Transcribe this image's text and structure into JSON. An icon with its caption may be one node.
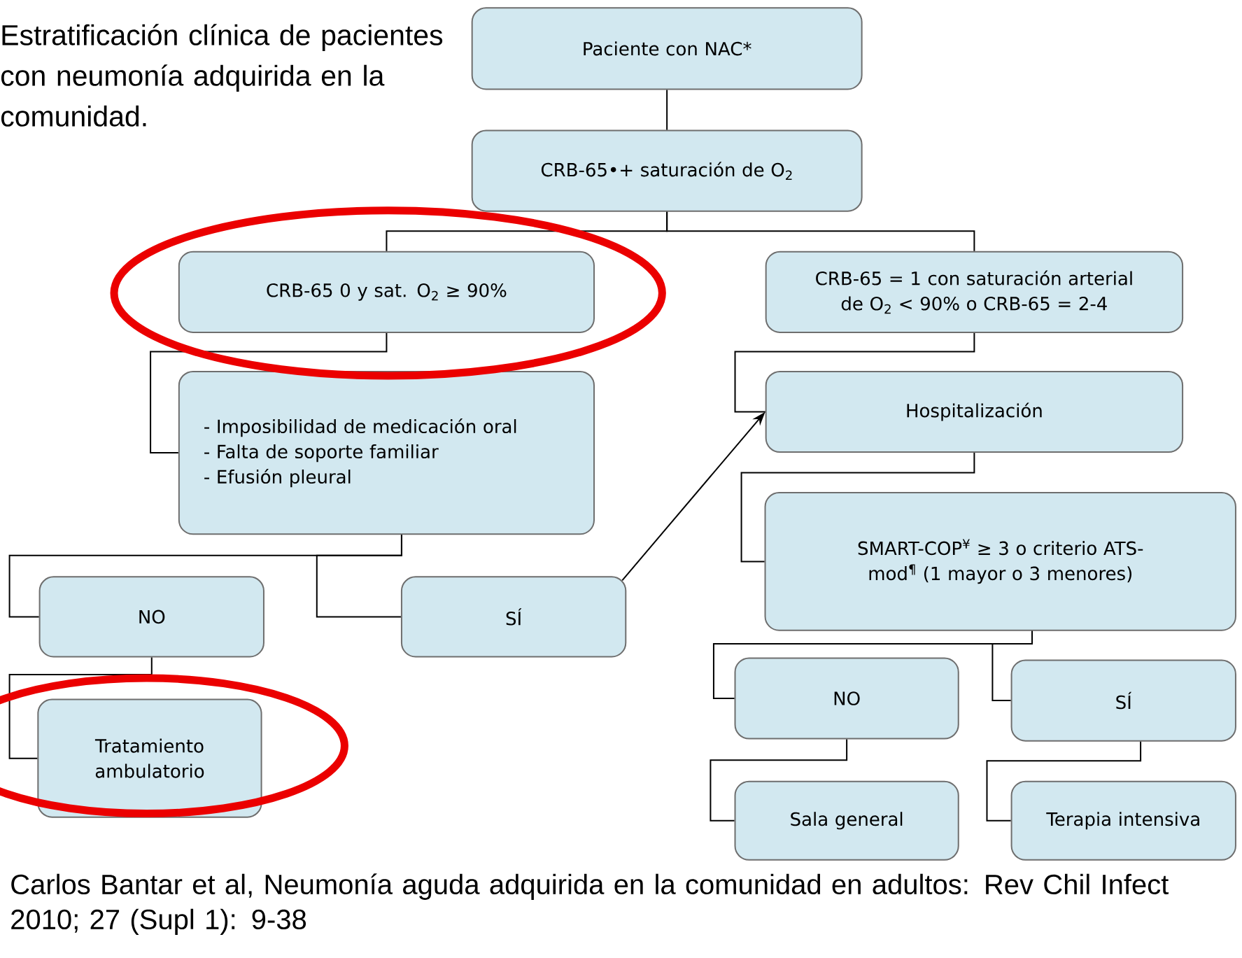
{
  "diagram": {
    "nodes": [
      {
        "text": [
          "Paciente con NAC*"
        ]
      },
      {
        "text": [
          "CRB-65•+ saturación de O$_{2}$"
        ]
      },
      {
        "text": [
          "CRB-65 0 y sat. O$_{2}$ ≥ 90%"
        ]
      },
      {
        "text": [
          "CRB-65 = 1 con saturación arterial de O$_{2}$ < 90% o CRB-65 = 2-4"
        ]
      },
      {
        "text": [
          "- Imposibilidad de medicación oral",
          "- Falta de soporte familiar",
          "- Efusión pleural"
        ]
      },
      {
        "text": [
          "Hospitalización"
        ]
      },
      {
        "text": [
          "NO"
        ]
      },
      {
        "text": [
          "SÍ"
        ]
      },
      {
        "text": [
          "SMART-COP$^{¥}$ ≥ 3 o criterio ATS-mod$^{¶}$ (1 mayor o 3 menores)"
        ]
      },
      {
        "text": [
          "Tratamiento ambulatorio"
        ]
      },
      {
        "text": [
          "NO"
        ]
      },
      {
        "text": [
          "SÍ"
        ]
      },
      {
        "text": [
          "Sala general"
        ]
      },
      {
        "text": [
          "Terapia intensiva"
        ]
      }
    ],
    "edges": [
      {
        "from": 0,
        "to": 1,
        "arrow": "none"
      },
      {
        "from": 1,
        "to": 2,
        "arrow": "none"
      },
      {
        "from": 1,
        "to": 3,
        "arrow": "none"
      },
      {
        "from": 2,
        "to": 4,
        "arrow": "none"
      },
      {
        "from": 3,
        "to": 5,
        "arrow": "none"
      },
      {
        "from": 4,
        "to": 6,
        "arrow": "none"
      },
      {
        "from": 4,
        "to": 7,
        "arrow": "none"
      },
      {
        "from": 7,
        "to": 5,
        "arrow": "to"
      },
      {
        "from": 5,
        "to": 8,
        "arrow": "none"
      },
      {
        "from": 6,
        "to": 9,
        "arrow": "none"
      },
      {
        "from": 8,
        "to": 10,
        "arrow": "none"
      },
      {
        "from": 8,
        "to": 11,
        "arrow": "none"
      },
      {
        "from": 10,
        "to": 12,
        "arrow": "none"
      },
      {
        "from": 11,
        "to": 13,
        "arrow": "none"
      }
    ],
    "labels": [
      "Estratificación clínica de pacientes con neumonía adquirida en la comunidad.",
      "Carlos Bantar et al, Neumonía aguda adquirida en la comunidad en adultos: Rev Chil Infect 2010; 27 (Supl 1): 9-38"
    ]
  }
}
